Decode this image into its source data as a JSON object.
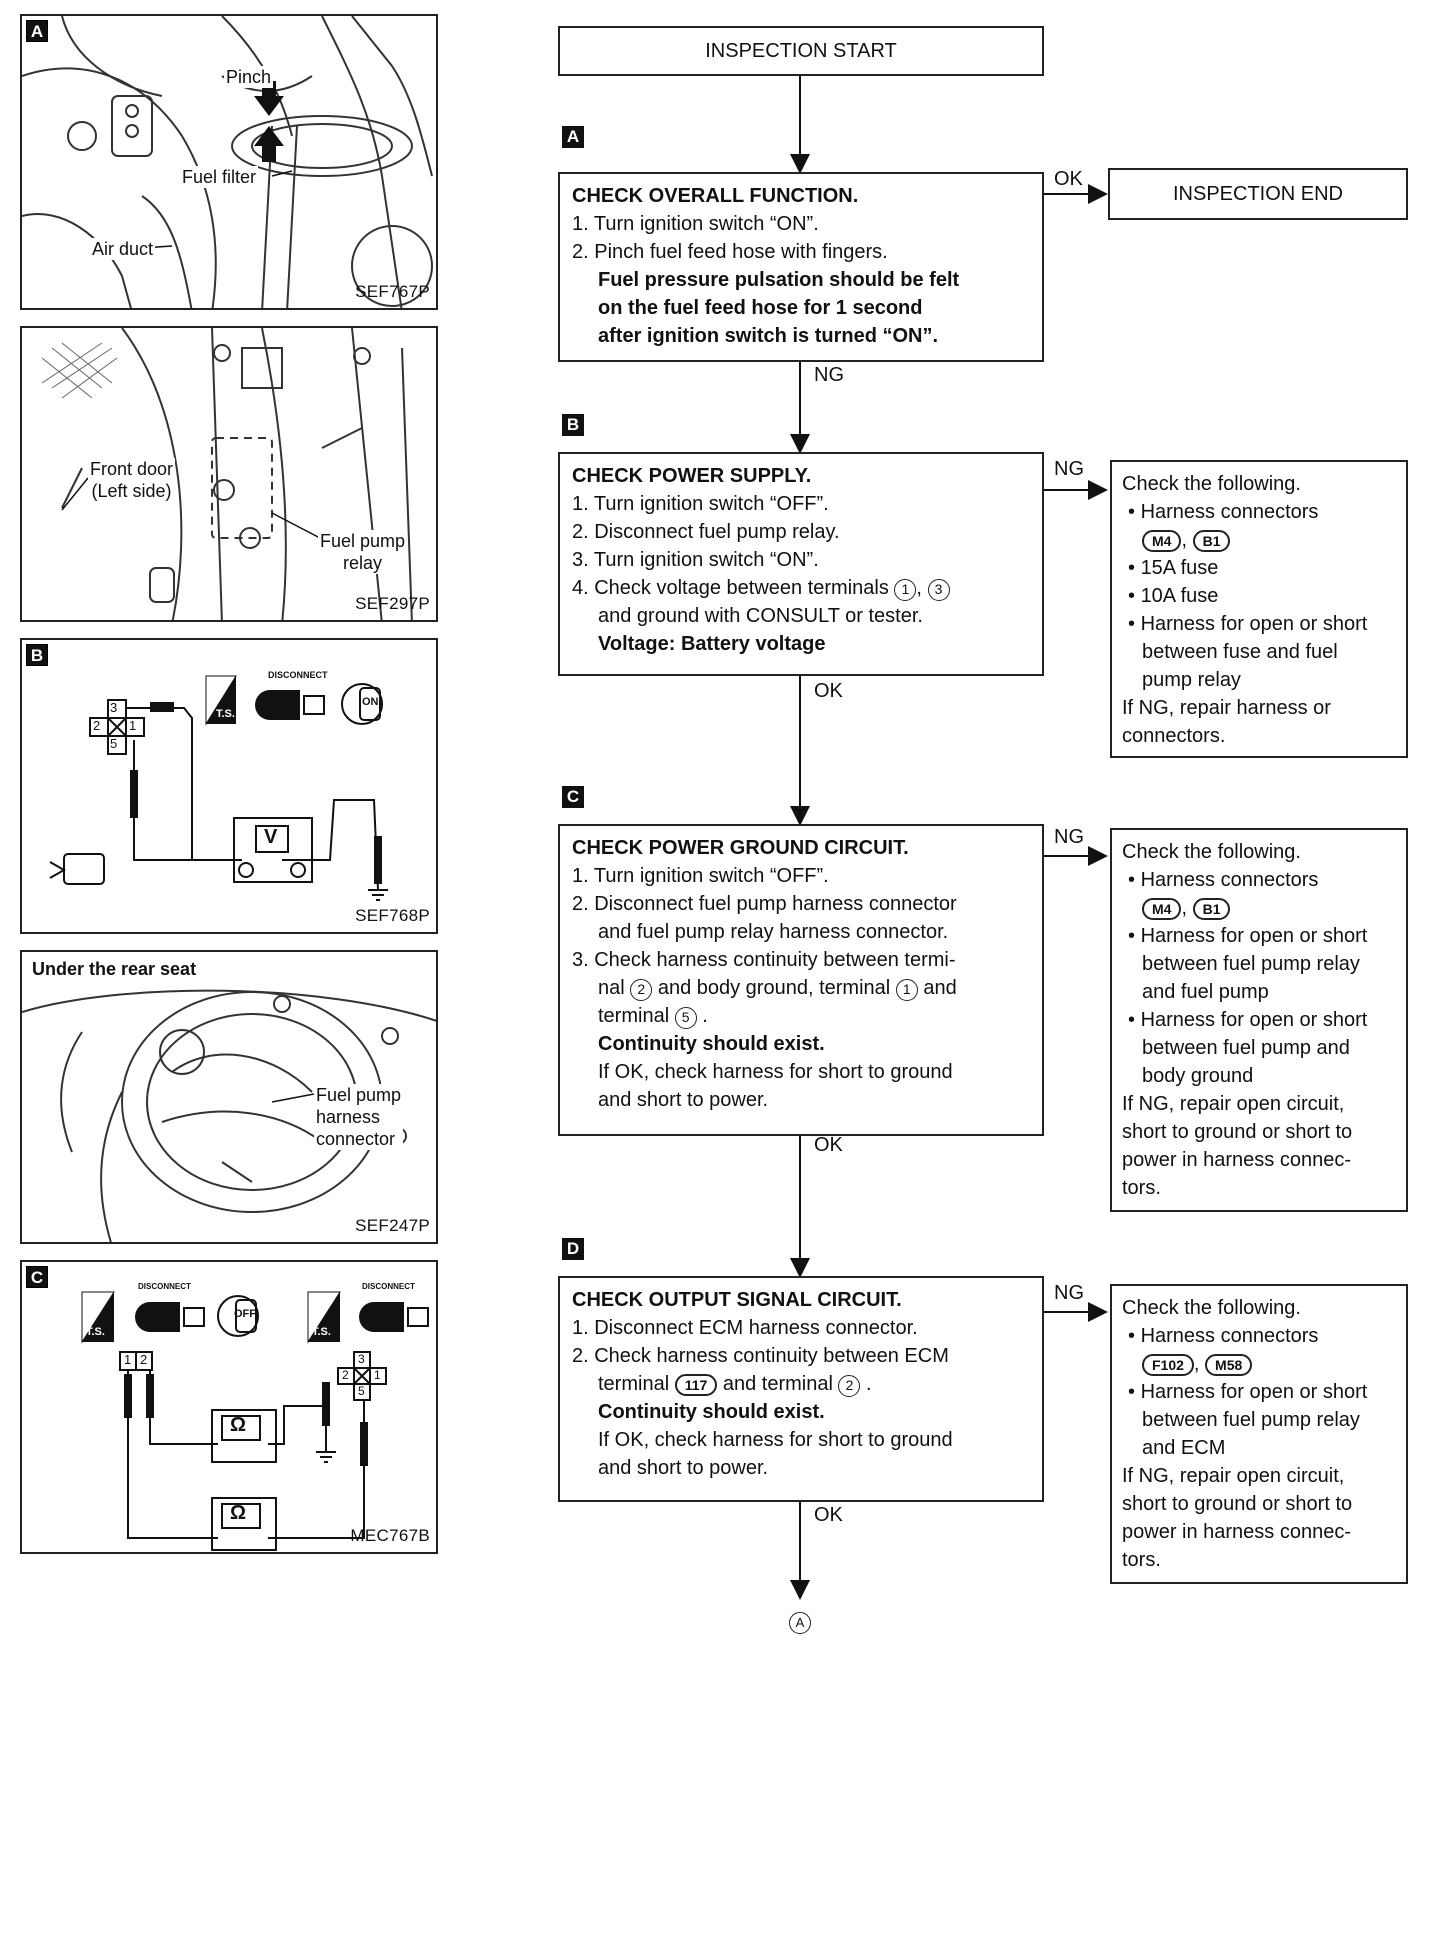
{
  "figures": {
    "fig1": {
      "tag": "A",
      "code": "SEF767P",
      "pinch": "Pinch",
      "fuel_filter": "Fuel filter",
      "air_duct": "Air duct"
    },
    "fig2": {
      "code": "SEF297P",
      "front_door": "Front door",
      "left_side": "(Left side)",
      "relay_1": "Fuel pump",
      "relay_2": "relay"
    },
    "fig3": {
      "tag": "B",
      "code": "SEF768P",
      "disconnect": "DISCONNECT",
      "ts": "T.S.",
      "on": "ON",
      "meter": "V",
      "pins": {
        "p3": "3",
        "p2": "2",
        "p1": "1",
        "p5": "5"
      }
    },
    "fig4": {
      "code": "SEF247P",
      "title": "Under the rear seat",
      "l1": "Fuel pump",
      "l2": "harness",
      "l3": "connector"
    },
    "fig5": {
      "tag": "C",
      "code": "MEC767B",
      "disconnect": "DISCONNECT",
      "ts": "T.S.",
      "off": "OFF",
      "meter": "Ω",
      "pins_left": {
        "p1": "1",
        "p2": "2"
      },
      "pins_right": {
        "p3": "3",
        "p2": "2",
        "p1": "1",
        "p5": "5"
      }
    }
  },
  "flow": {
    "start": "INSPECTION START",
    "end": "INSPECTION END",
    "labels": {
      "ok": "OK",
      "ng": "NG"
    },
    "stepA": {
      "tag": "A",
      "title": "CHECK OVERALL FUNCTION.",
      "l1": "1. Turn ignition switch “ON”.",
      "l2": "2. Pinch fuel feed hose with fingers.",
      "b1": "Fuel pressure pulsation should be felt",
      "b2": "on the fuel feed hose for 1 second",
      "b3": "after ignition switch is turned “ON”."
    },
    "stepB": {
      "tag": "B",
      "title": "CHECK POWER SUPPLY.",
      "l1": "1. Turn ignition switch “OFF”.",
      "l2": "2. Disconnect fuel pump relay.",
      "l3": "3. Turn ignition switch “ON”.",
      "l4a": "4. Check voltage between terminals",
      "t1": "1",
      "t3": "3",
      "l4b": "and ground with CONSULT or tester.",
      "b1": "Voltage: Battery voltage"
    },
    "stepC": {
      "tag": "C",
      "title": "CHECK POWER GROUND CIRCUIT.",
      "l1": "1. Turn ignition switch “OFF”.",
      "l2a": "2. Disconnect fuel pump harness connector",
      "l2b": "and fuel pump relay harness connector.",
      "l3a": "3. Check harness continuity between termi-",
      "l3b": "nal",
      "t2": "2",
      "l3c": "and body ground, terminal",
      "t1": "1",
      "l3d": "and",
      "l3e": "terminal",
      "t5": "5",
      "b1": "Continuity should exist.",
      "n1": "If OK, check harness for short to ground",
      "n2": "and short to power."
    },
    "stepD": {
      "tag": "D",
      "title": "CHECK OUTPUT SIGNAL CIRCUIT.",
      "l1": "1. Disconnect ECM harness connector.",
      "l2a": "2. Check harness continuity between ECM",
      "l2b": "terminal",
      "c117": "117",
      "l2c": "and terminal",
      "t2": "2",
      "b1": "Continuity should exist.",
      "n1": "If OK, check harness for short to ground",
      "n2": "and short to power."
    },
    "sideB": {
      "head": "Check the following.",
      "i1": "Harness connectors",
      "c1": "M4",
      "c2": "B1",
      "i2": "15A fuse",
      "i3": "10A fuse",
      "i4a": "Harness for open or short",
      "i4b": "between fuse and fuel",
      "i4c": "pump relay",
      "f1": "If NG, repair harness or",
      "f2": "connectors."
    },
    "sideC": {
      "head": "Check the following.",
      "i1": "Harness connectors",
      "c1": "M4",
      "c2": "B1",
      "i2a": "Harness for open or short",
      "i2b": "between fuel pump relay",
      "i2c": "and fuel pump",
      "i3a": "Harness for open or short",
      "i3b": "between fuel pump and",
      "i3c": "body ground",
      "f1": "If NG, repair open circuit,",
      "f2": "short to ground or short to",
      "f3": "power in harness connec-",
      "f4": "tors."
    },
    "sideD": {
      "head": "Check the following.",
      "i1": "Harness connectors",
      "c1": "F102",
      "c2": "M58",
      "i2a": "Harness for open or short",
      "i2b": "between fuel pump relay",
      "i2c": "and ECM",
      "f1": "If NG, repair open circuit,",
      "f2": "short to ground or short to",
      "f3": "power in harness connec-",
      "f4": "tors."
    },
    "continue_mark": "A"
  }
}
